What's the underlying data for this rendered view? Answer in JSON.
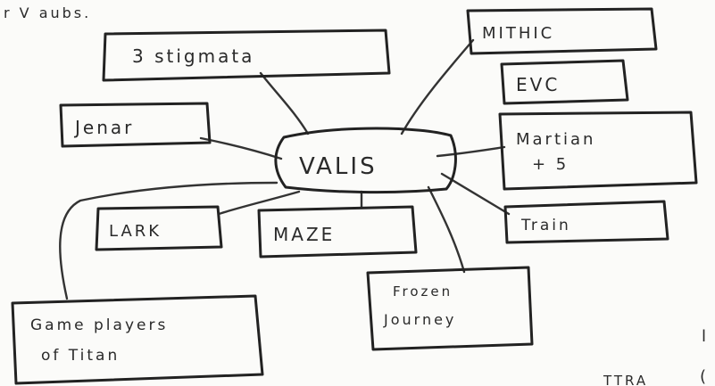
{
  "page": {
    "header_fragment": "r V aubs.",
    "footer_fragment": "TTRA",
    "edge_marks": [
      "l",
      "("
    ]
  },
  "diagram": {
    "center": "VALIS",
    "nodes": {
      "stigmata": "3 stigmata",
      "mithic": "MITHIC",
      "evc": "EVC",
      "jenar": "Jenar",
      "martian": [
        "Martian",
        "+ 5"
      ],
      "lark": "LARK",
      "maze": "MAZE",
      "train": "Train",
      "frozen": [
        "Frozen",
        "Journey"
      ],
      "game": [
        "Game players",
        "of Titan"
      ]
    }
  }
}
